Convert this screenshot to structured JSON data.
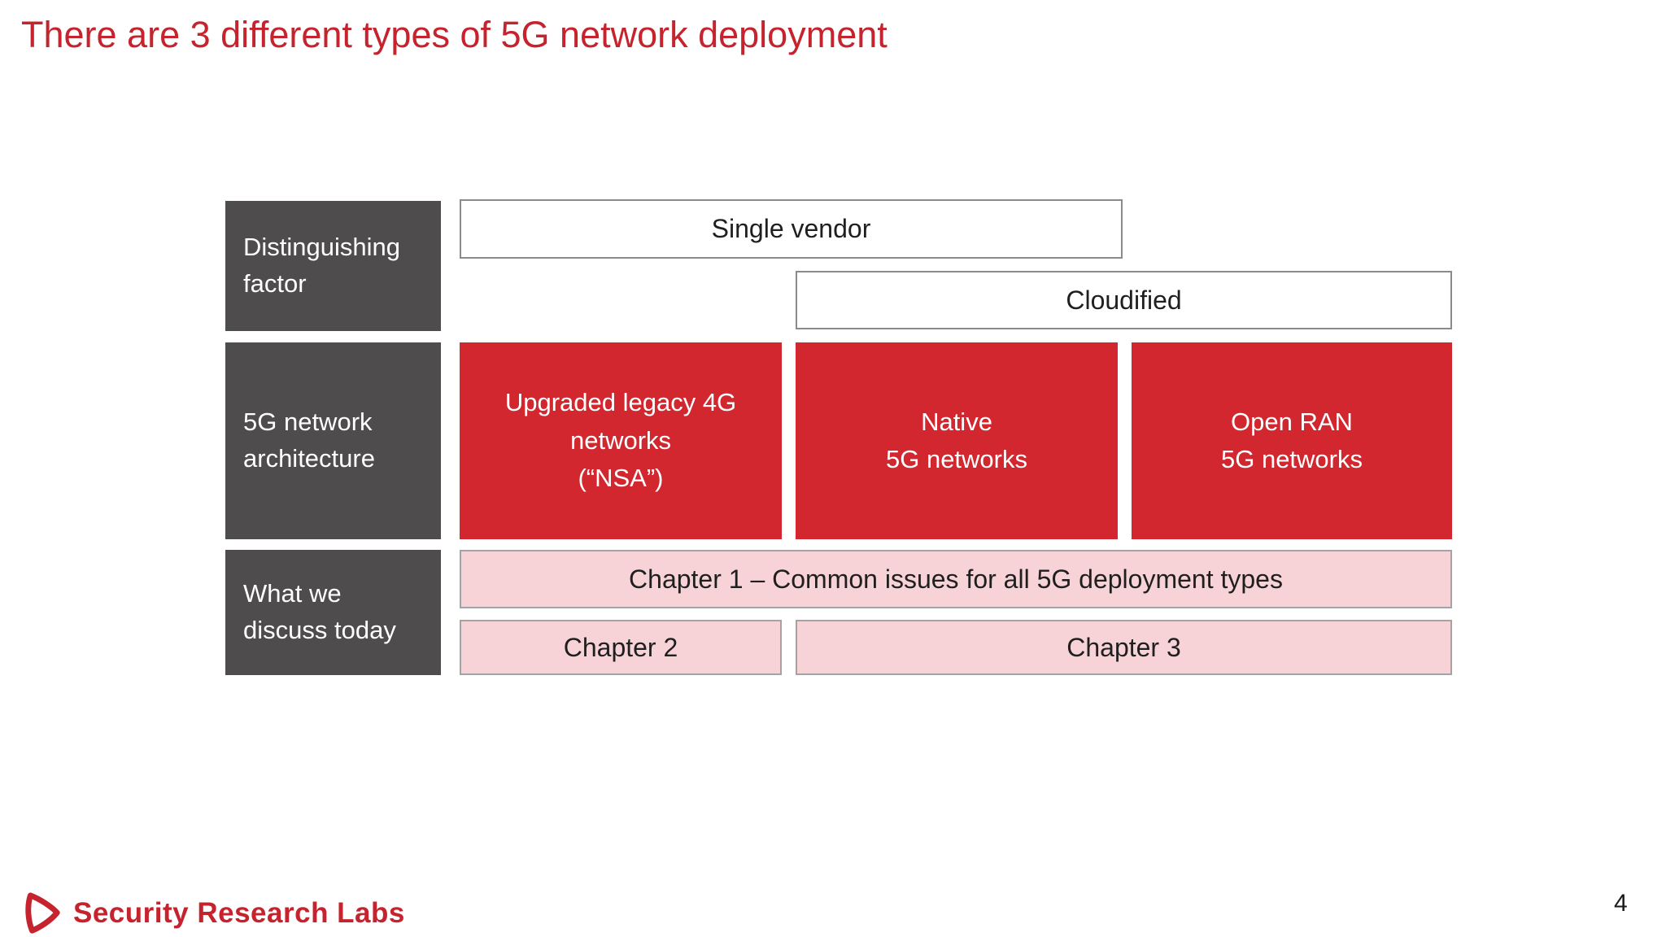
{
  "title": "There are 3 different types of 5G network deployment",
  "colors": {
    "brand_red": "#c5232d",
    "architecture_box_red": "#d2272f",
    "row_header_gray": "#4e4c4d",
    "chapter_pink": "#f7d3d7",
    "box_border_gray": "#8a8a8a",
    "text_dark": "#1f1f1f"
  },
  "matrix": {
    "row_headers": [
      {
        "lines": [
          "Distinguishing",
          "factor"
        ]
      },
      {
        "lines": [
          "5G network",
          "architecture"
        ]
      },
      {
        "lines": [
          "What we",
          "discuss today"
        ]
      }
    ],
    "distinguishing_factors": [
      {
        "label": "Single vendor"
      },
      {
        "label": "Cloudified"
      }
    ],
    "architectures": [
      {
        "lines": [
          "Upgraded legacy 4G",
          "networks",
          "(“NSA”)"
        ]
      },
      {
        "lines": [
          "Native",
          "5G networks"
        ]
      },
      {
        "lines": [
          "Open RAN",
          "5G networks"
        ]
      }
    ],
    "chapters": [
      {
        "label": "Chapter 1 – Common issues for all 5G deployment types"
      },
      {
        "label": "Chapter 2"
      },
      {
        "label": "Chapter 3"
      }
    ]
  },
  "footer": {
    "brand": "Security Research Labs",
    "logo_icon": "play-triangle-icon",
    "page_number": "4"
  }
}
